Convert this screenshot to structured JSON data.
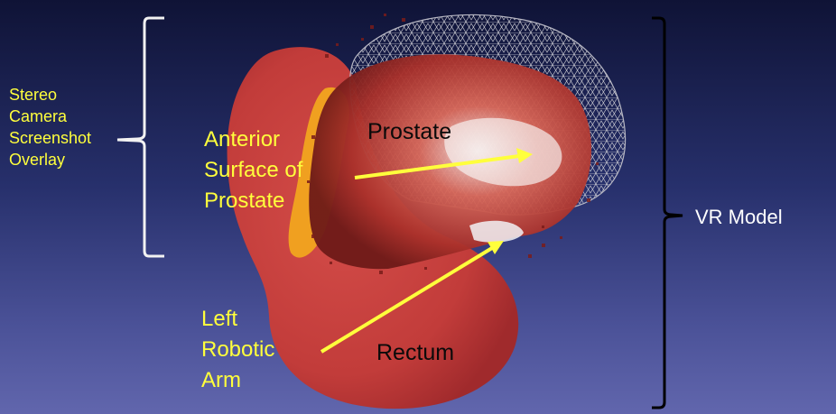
{
  "labels": {
    "stereo_overlay": [
      "Stereo",
      "Camera",
      "Screenshot",
      "Overlay"
    ],
    "anterior_surface": [
      "Anterior",
      "Surface of",
      "Prostate"
    ],
    "prostate": "Prostate",
    "left_arm": [
      "Left",
      "Robotic",
      "Arm"
    ],
    "rectum": "Rectum",
    "vr_model": "VR Model"
  },
  "colors": {
    "label_yellow": "#ffff3c",
    "rectum_red": "#c8403e",
    "seminal_orange": "#f0a020",
    "mesh_grey": "#c8c8d0",
    "bracket_white": "#f2f2f2",
    "bracket_black": "#000000"
  }
}
